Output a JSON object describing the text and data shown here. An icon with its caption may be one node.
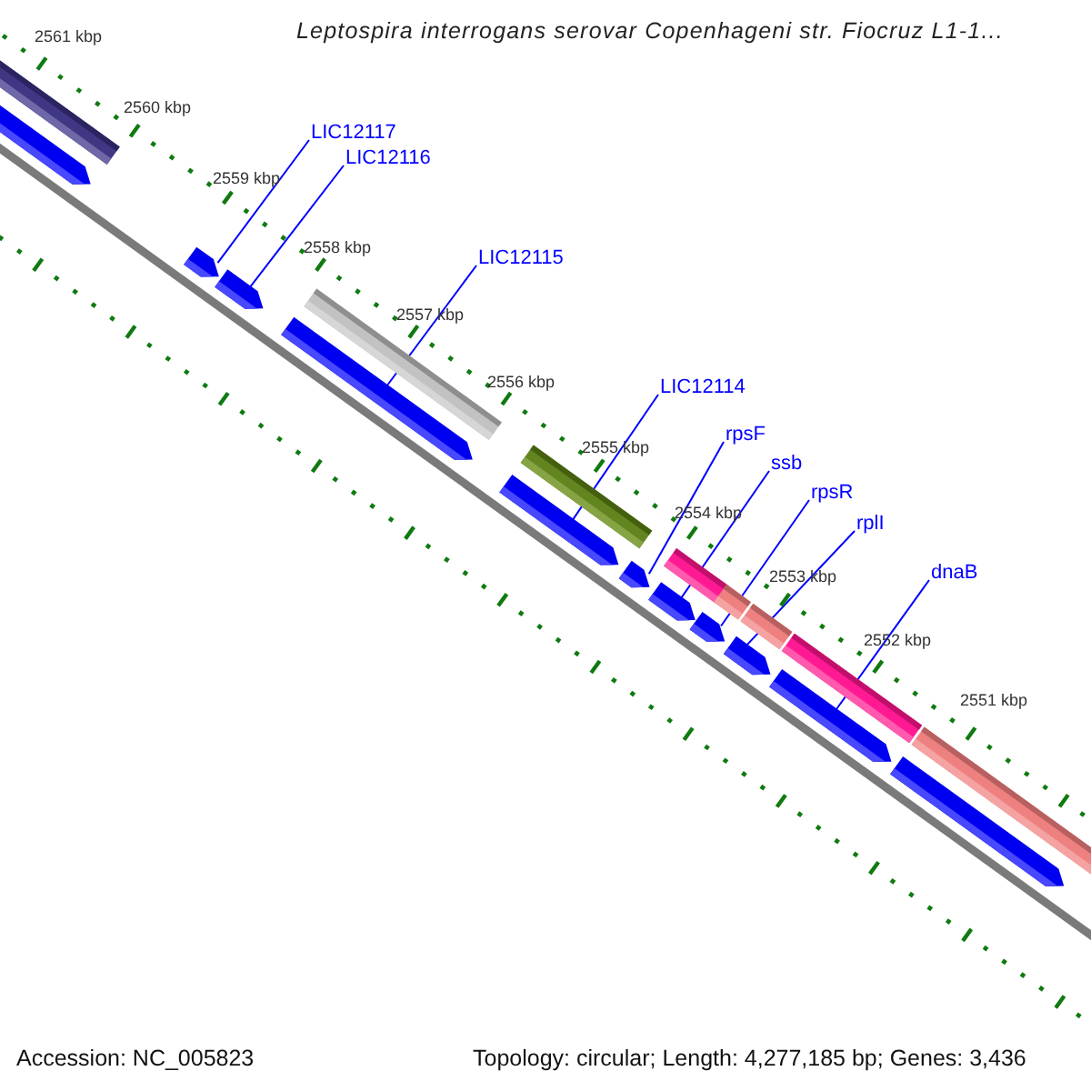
{
  "diagram": {
    "title": "Leptospira interrogans serovar Copenhageni str. Fiocruz L1-1...",
    "nodes": [
      {
        "text": [
          "LIC12117"
        ]
      },
      {
        "text": [
          "LIC12116"
        ]
      },
      {
        "text": [
          "LIC12115"
        ]
      },
      {
        "text": [
          "LIC12114"
        ]
      },
      {
        "text": [
          "rpsF"
        ]
      },
      {
        "text": [
          "ssb"
        ]
      },
      {
        "text": [
          "rpsR"
        ]
      },
      {
        "text": [
          "rplI"
        ]
      },
      {
        "text": [
          "dnaB"
        ]
      },
      {
        "text": [],
        "shape": "bar"
      },
      {
        "text": [],
        "shape": "bar"
      },
      {
        "text": [],
        "shape": "bar"
      },
      {
        "text": [],
        "shape": "bar"
      },
      {
        "text": [],
        "shape": "bar"
      },
      {
        "text": [],
        "shape": "bar"
      },
      {
        "text": [],
        "shape": "bar"
      },
      {
        "text": [],
        "shape": "bar"
      },
      {
        "text": [],
        "shape": "bar"
      },
      {
        "text": [],
        "shape": "bar"
      },
      {
        "text": [],
        "shape": "bar"
      }
    ],
    "edges": [
      {
        "from": 0,
        "to": 10,
        "arrow": "none"
      },
      {
        "from": 1,
        "to": 11,
        "arrow": "none"
      },
      {
        "from": 2,
        "to": 12,
        "arrow": "none"
      },
      {
        "from": 3,
        "to": 13,
        "arrow": "none"
      },
      {
        "from": 4,
        "to": 14,
        "arrow": "none"
      },
      {
        "from": 5,
        "to": 15,
        "arrow": "none"
      },
      {
        "from": 6,
        "to": 16,
        "arrow": "none"
      },
      {
        "from": 7,
        "to": 17,
        "arrow": "none"
      },
      {
        "from": 8,
        "to": 18,
        "arrow": "none"
      }
    ],
    "labels": [
      "2561 kbp",
      "2560 kbp",
      "2559 kbp",
      "2558 kbp",
      "2557 kbp",
      "2556 kbp",
      "2555 kbp",
      "2554 kbp",
      "2553 kbp",
      "2552 kbp",
      "2551 kbp",
      "Accession: NC_005823",
      "Topology: circular; Length: 4,277,185 bp; Genes: 3,436"
    ]
  }
}
